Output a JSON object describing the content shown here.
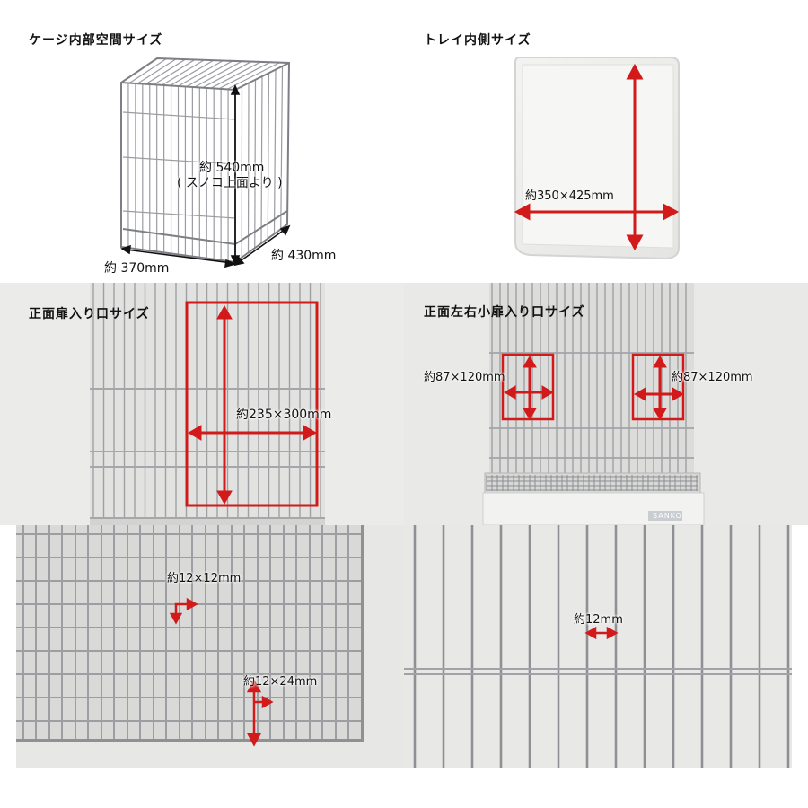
{
  "panels": {
    "cage": {
      "title": "ケージ内部空間サイズ",
      "height_label_1": "約 540mm",
      "height_label_2": "( スノコ上面より )",
      "width_label": "約 370mm",
      "depth_label": "約 430mm"
    },
    "tray": {
      "title": "トレイ内側サイズ",
      "label": "約350×425mm"
    },
    "front_door": {
      "title": "正面扉入り口サイズ",
      "label": "約235×300mm"
    },
    "side_doors": {
      "title": "正面左右小扉入り口サイズ",
      "left_label": "約87×120mm",
      "right_label": "約87×120mm",
      "tray_brand": "SANKO"
    },
    "mesh": {
      "label_small": "約12×12mm",
      "label_large": "約12×24mm"
    },
    "bars": {
      "label": "約12mm"
    }
  },
  "colors": {
    "accent_red": "#d21a1a",
    "wire": "#8f9196",
    "bg_gray": "#e8e8e6"
  }
}
